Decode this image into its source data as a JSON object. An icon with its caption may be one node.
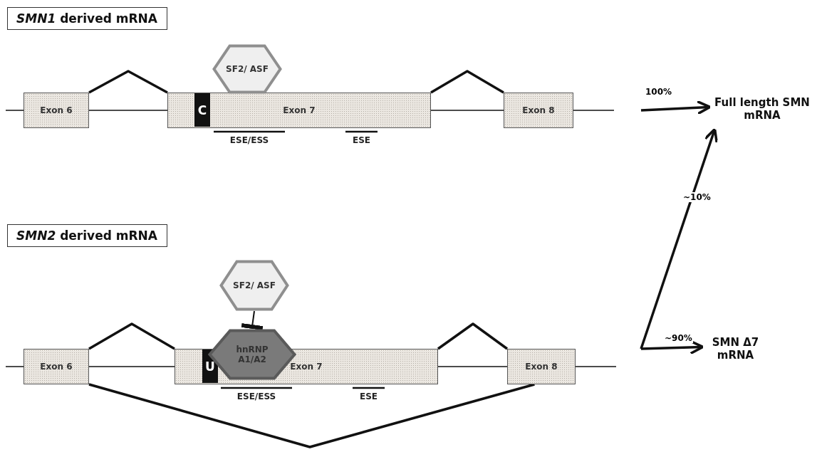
{
  "diagram": {
    "nodes": [
      {
        "text": [
          "*SMN1* derived mRNA"
        ]
      },
      {
        "text": [
          "Exon 6"
        ]
      },
      {
        "text": [
          "Exon 7"
        ]
      },
      {
        "text": [
          "C"
        ],
        "in": 2
      },
      {
        "text": [
          "SF2/ ASF"
        ]
      },
      {
        "text": [
          "Exon 8"
        ]
      },
      {
        "text": [
          "Full length SMN mRNA"
        ]
      },
      {
        "text": [
          "*SMN2* derived mRNA"
        ]
      },
      {
        "text": [
          "SF2/ ASF"
        ]
      },
      {
        "text": [
          "Exon 6"
        ]
      },
      {
        "text": [
          "Exon 7"
        ]
      },
      {
        "text": [
          "U"
        ],
        "in": 10
      },
      {
        "text": [
          "hnRNP A1/A2"
        ]
      },
      {
        "text": [
          "Exon 8"
        ]
      },
      {
        "text": [
          "SMN Δ7 mRNA"
        ]
      }
    ],
    "edges": [
      {
        "from": 1,
        "to": 2,
        "arrow": "none"
      },
      {
        "from": 2,
        "to": 5,
        "arrow": "none"
      },
      {
        "from": 9,
        "to": 10,
        "arrow": "none"
      },
      {
        "from": 10,
        "to": 13,
        "arrow": "none"
      },
      {
        "from": 9,
        "to": 13,
        "arrow": "none"
      },
      {
        "from": 8,
        "to": 12,
        "arrow": "other"
      },
      {
        "from": null,
        "to": 6,
        "arrow": "to",
        "label": "100%"
      },
      {
        "from": null,
        "to": 14,
        "arrow": "to",
        "label": "~90%"
      },
      {
        "from": null,
        "to": 6,
        "arrow": "to",
        "label": "~10%"
      },
      {
        "from": 1,
        "to": 2,
        "arrow": "none"
      },
      {
        "from": 2,
        "to": 5,
        "arrow": "none"
      },
      {
        "from": 9,
        "to": 10,
        "arrow": "none"
      },
      {
        "from": 10,
        "to": 13,
        "arrow": "none"
      }
    ],
    "labels": [
      "ESE/ESS",
      "ESE",
      "ESE/ESS",
      "ESE"
    ]
  }
}
